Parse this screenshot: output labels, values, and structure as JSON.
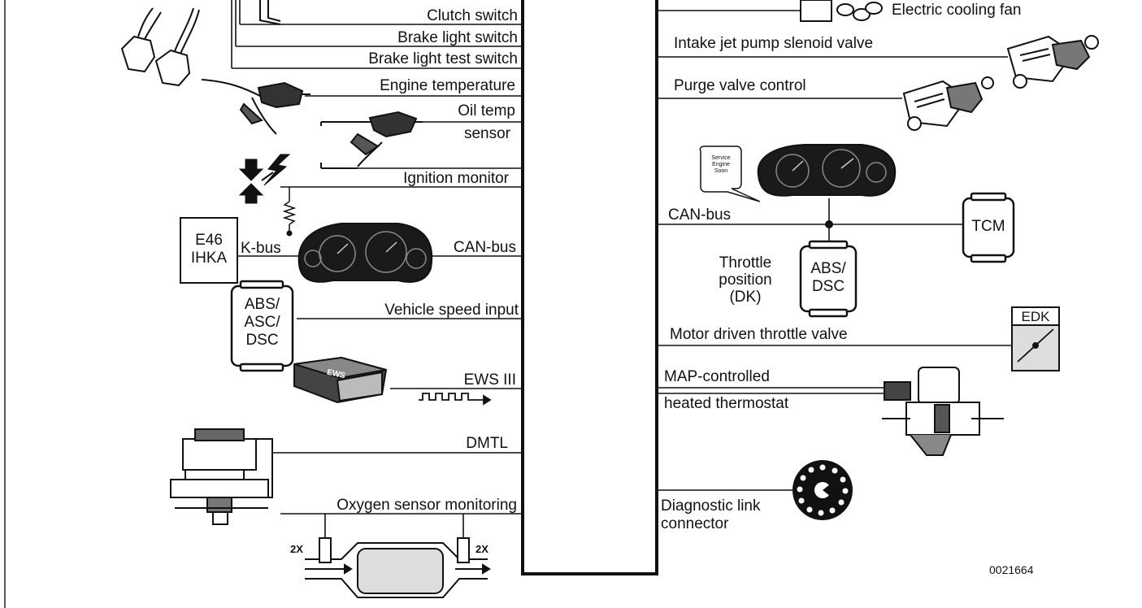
{
  "left_labels": {
    "clutch_switch": "Clutch switch",
    "brake_light_switch": "Brake light switch",
    "brake_light_test_switch": "Brake light test switch",
    "engine_temperature": "Engine temperature",
    "oil_temp": "Oil temp",
    "oil_temp_sensor": "sensor",
    "ignition_monitor": "Ignition monitor",
    "k_bus": "K-bus",
    "can_bus": "CAN-bus",
    "vehicle_speed_input": "Vehicle speed input",
    "ews_iii": "EWS III",
    "dmtl": "DMTL",
    "oxygen_sensor_monitoring": "Oxygen sensor monitoring",
    "two_x_left": "2X",
    "two_x_right": "2X"
  },
  "left_boxes": {
    "ihka_line1": "E46",
    "ihka_line2": "IHKA",
    "abs_asc_dsc_line1": "ABS/",
    "abs_asc_dsc_line2": "ASC/",
    "abs_asc_dsc_line3": "DSC",
    "ews_unit": "EWS"
  },
  "right_labels": {
    "electric_cooling_fan": "Electric cooling fan",
    "intake_jet_pump": "Intake jet pump slenoid valve",
    "purge_valve": "Purge valve control",
    "can_bus": "CAN-bus",
    "throttle_line1": "Throttle",
    "throttle_line2": "position",
    "throttle_line3": "(DK)",
    "motor_driven_throttle": "Motor driven throttle valve",
    "map_controlled": "MAP-controlled",
    "heated_thermostat": "heated thermostat",
    "diagnostic_line1": "Diagnostic link",
    "diagnostic_line2": "connector"
  },
  "right_boxes": {
    "tcm": "TCM",
    "abs_dsc_line1": "ABS/",
    "abs_dsc_line2": "DSC",
    "edk": "EDK",
    "service_line1": "Service",
    "service_line2": "Engine",
    "service_line3": "Soon"
  },
  "figure_number": "0021664"
}
